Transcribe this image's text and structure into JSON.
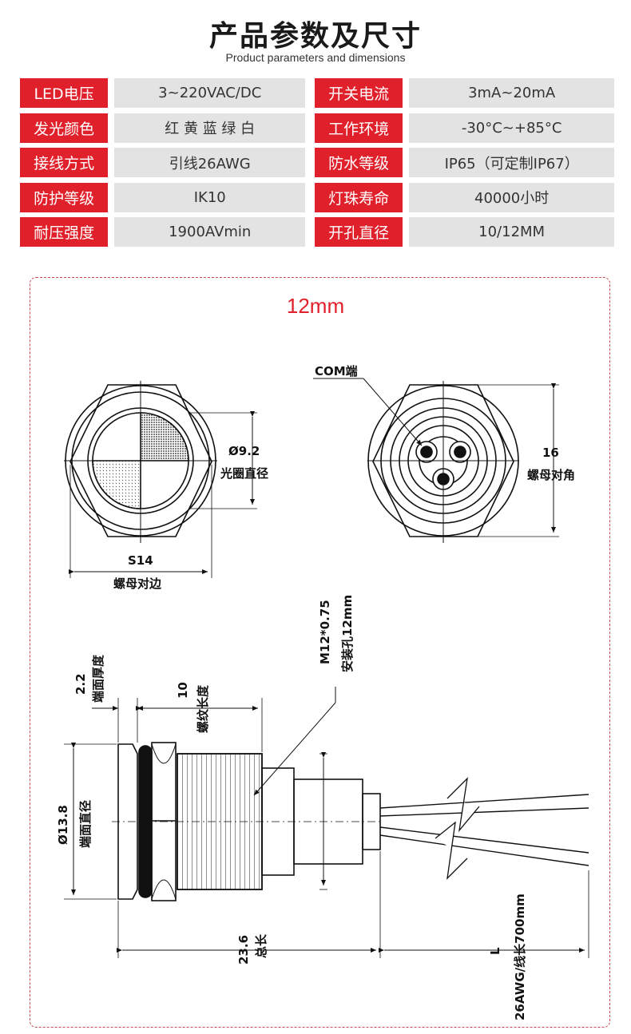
{
  "header": {
    "title": "产品参数及尺寸",
    "subtitle": "Product parameters and dimensions"
  },
  "params": [
    {
      "label_left": "LED电压",
      "value_left": "3~220VAC/DC",
      "label_right": "开关电流",
      "value_right": "3mA~20mA"
    },
    {
      "label_left": "发光颜色",
      "value_left": "红 黄 蓝 绿 白",
      "label_right": "工作环境",
      "value_right": "-30°C~+85°C"
    },
    {
      "label_left": "接线方式",
      "value_left": "引线26AWG",
      "label_right": "防水等级",
      "value_right": "IP65（可定制IP67）"
    },
    {
      "label_left": "防护等级",
      "value_left": "IK10",
      "label_right": "灯珠寿命",
      "value_right": "40000小时"
    },
    {
      "label_left": "耐压强度",
      "value_left": "1900AVmin",
      "label_right": "开孔直径",
      "value_right": "10/12MM"
    }
  ],
  "drawing": {
    "size_label": "12mm",
    "com_label": "COM端",
    "front_dia": "Ø9.2",
    "front_dia_desc": "光圈直径",
    "nut_flat": "S14",
    "nut_flat_desc": "螺母对边",
    "nut_corner": "16",
    "nut_corner_desc": "螺母对角",
    "thread": "M12*0.75",
    "thread_desc": "安装孔12mm",
    "face_thick": "2.2",
    "face_thick_desc": "端面厚度",
    "thread_len": "10",
    "thread_len_desc": "螺纹长度",
    "face_dia": "Ø13.8",
    "face_dia_desc": "端面直径",
    "total_len": "23.6",
    "total_len_desc": "总长",
    "lead_L": "L",
    "lead_desc": "26AWG/线长700mm"
  }
}
